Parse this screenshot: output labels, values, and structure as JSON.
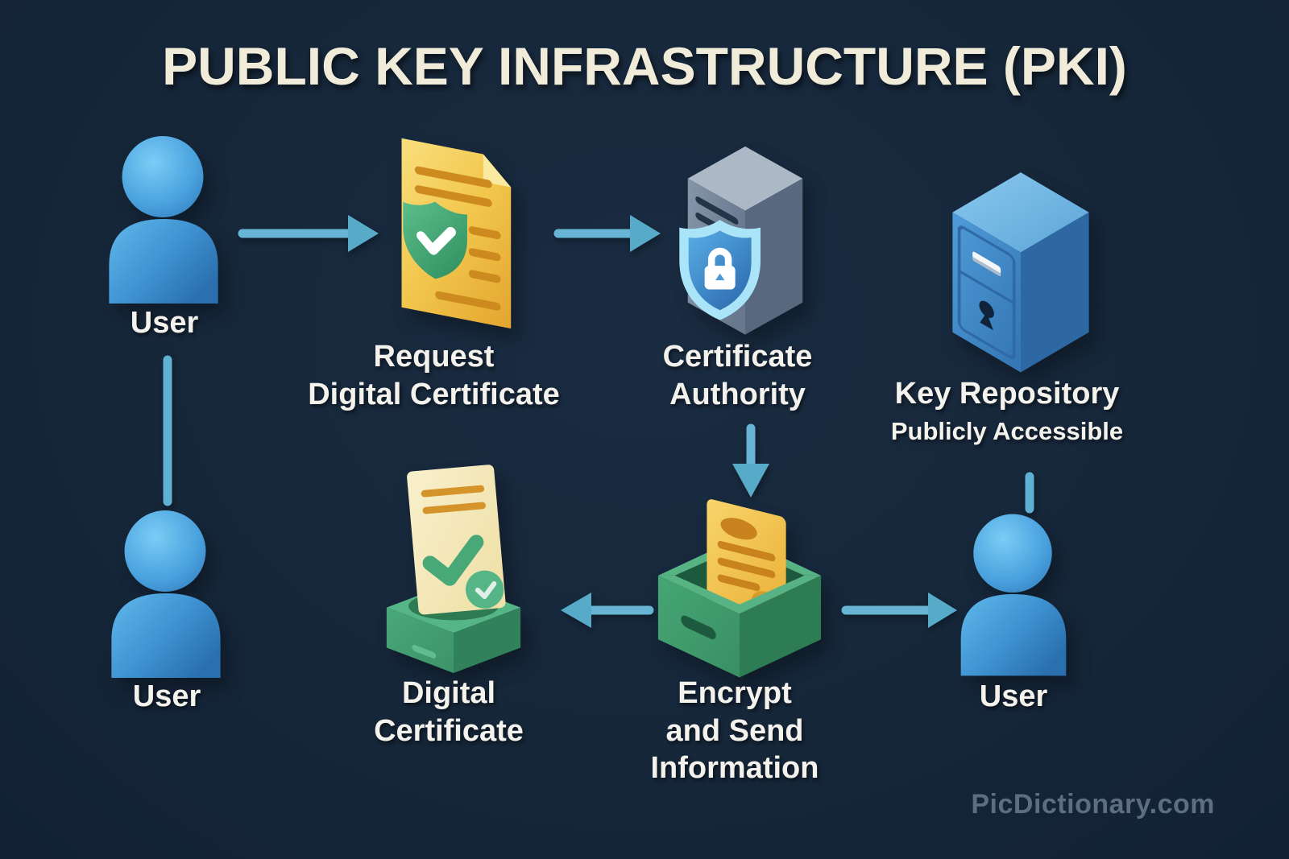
{
  "title": "PUBLIC KEY INFRASTRUCTURE (PKI)",
  "watermark": "PicDictionary.com",
  "colors": {
    "background": "#16273a",
    "title_text": "#f1ebda",
    "label_text": "#f4f2ec",
    "arrow": "#67b4d5",
    "arrowhead": "#57abc9",
    "watermark_text": "#5d6d82",
    "user_blue": "#3f93d1",
    "document_yellow": "#f2c64c",
    "shield_green": "#3f9e6e",
    "server_gray": "#7c8ca0",
    "shield_blue": "#58aee6",
    "repository_blue": "#4f9bd9",
    "box_green": "#3f9c6c"
  },
  "nodes": {
    "user_top": {
      "label": "User"
    },
    "request_certificate": {
      "line1": "Request",
      "line2": "Digital Certificate"
    },
    "certificate_authority": {
      "line1": "Certificate",
      "line2": "Authority"
    },
    "key_repository": {
      "label": "Key Repository",
      "sublabel": "Publicly Accessible"
    },
    "user_bottom_left": {
      "label": "User"
    },
    "digital_certificate": {
      "line1": "Digital",
      "line2": "Certificate"
    },
    "encrypt_send": {
      "line1": "Encrypt",
      "line2": "and Send",
      "line3": "Information"
    },
    "user_bottom_right": {
      "label": "User"
    }
  }
}
